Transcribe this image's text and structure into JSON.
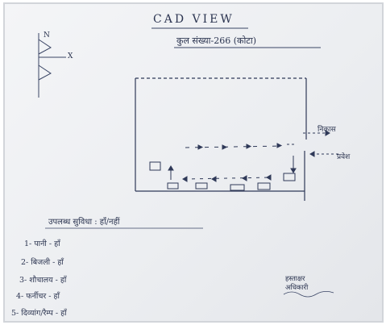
{
  "sheet": {
    "title": "CAD VIEW",
    "subtitle": "कुल संख्या-266 (कोटा)"
  },
  "legend": {
    "north_mark": "N",
    "scale_mark": "X"
  },
  "plan": {
    "exit_label": "निकास",
    "entry_label": "प्रवेश"
  },
  "list": {
    "heading": "उपलब्ध सुविधा : हाँ/नहीं",
    "items": [
      "1- पानी - हाँ",
      "2- बिजली - हाँ",
      "3- शौचालय - हाँ",
      "4- फर्नीचर - हाँ",
      "5- दिव्यांग/रैम्प - हाँ"
    ]
  },
  "signature": {
    "line1": "हस्ताक्षर",
    "line2": "अधिकारी"
  }
}
